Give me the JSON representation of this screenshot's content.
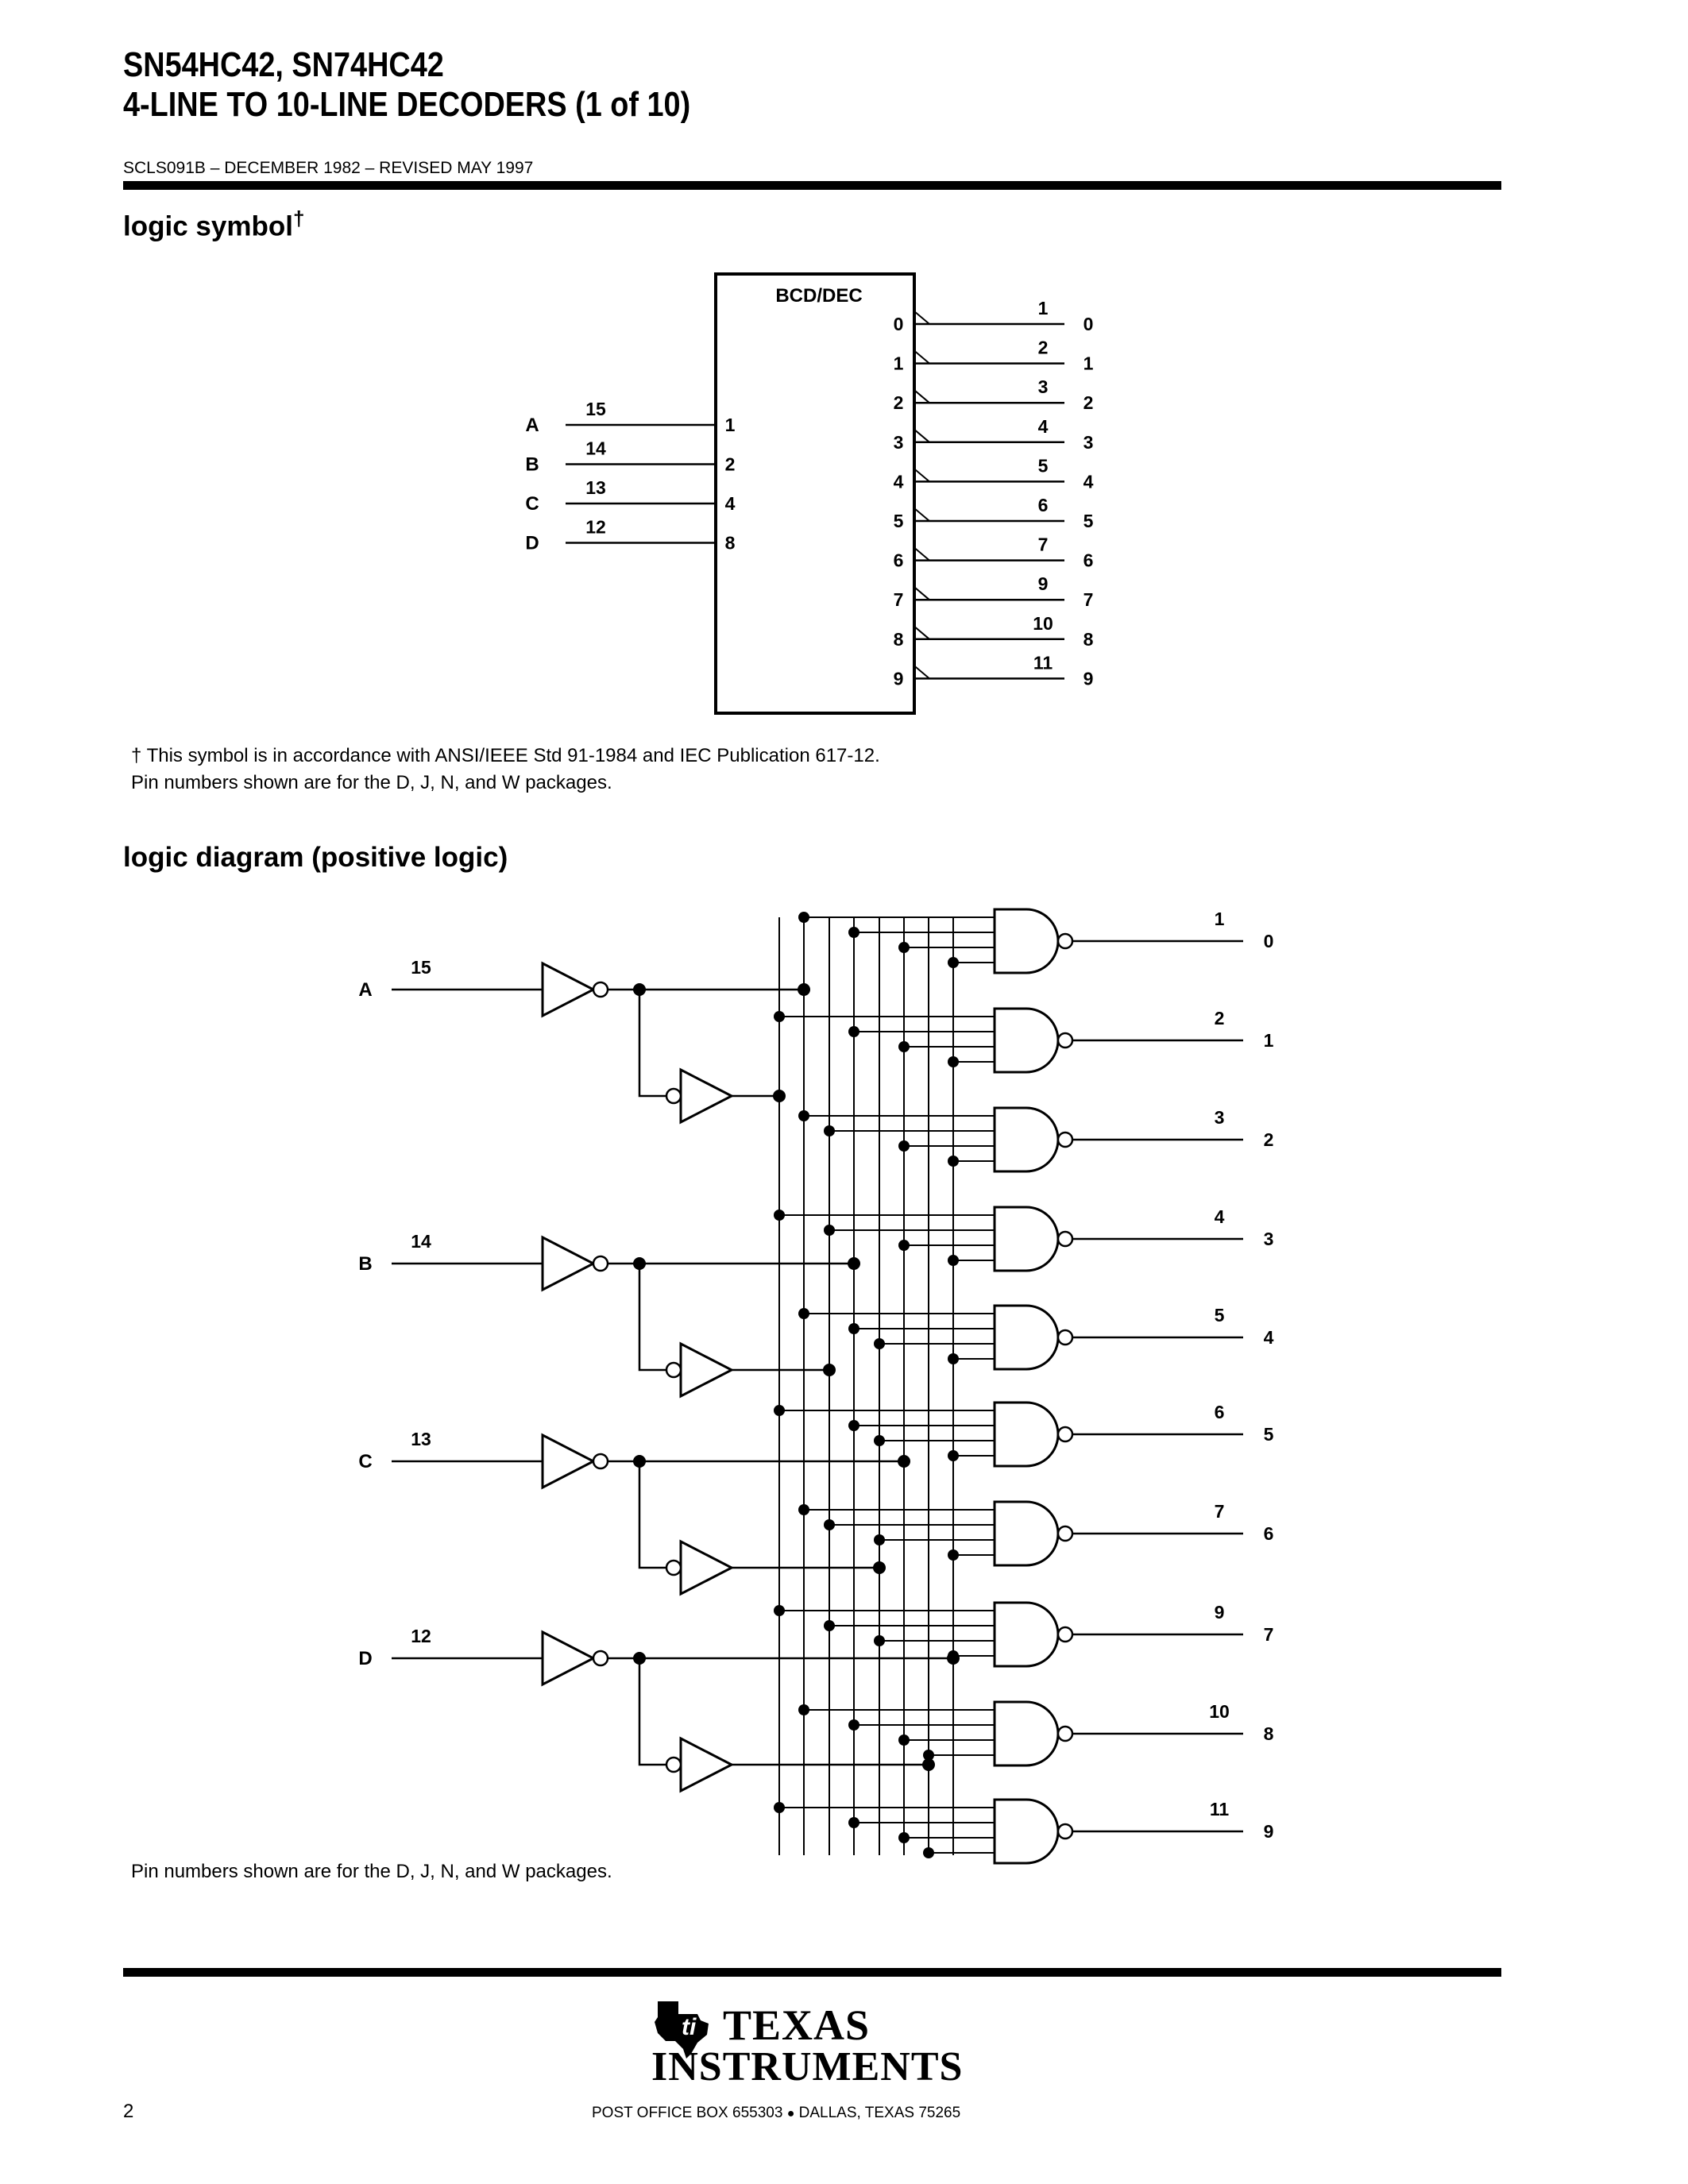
{
  "header": {
    "title_line1": "SN54HC42, SN74HC42",
    "title_line2": "4-LINE TO 10-LINE DECODERS (1 of 10)",
    "doc_number": "SCLS091B – DECEMBER 1982 – REVISED MAY 1997"
  },
  "logic_symbol": {
    "heading": "logic symbol",
    "dagger": "†",
    "block_label": "BCD/DEC",
    "inputs": [
      {
        "name": "A",
        "pin": "15",
        "weight": "1"
      },
      {
        "name": "B",
        "pin": "14",
        "weight": "2"
      },
      {
        "name": "C",
        "pin": "13",
        "weight": "4"
      },
      {
        "name": "D",
        "pin": "12",
        "weight": "8"
      }
    ],
    "outputs": [
      {
        "index": "0",
        "pin": "1",
        "name": "0"
      },
      {
        "index": "1",
        "pin": "2",
        "name": "1"
      },
      {
        "index": "2",
        "pin": "3",
        "name": "2"
      },
      {
        "index": "3",
        "pin": "4",
        "name": "3"
      },
      {
        "index": "4",
        "pin": "5",
        "name": "4"
      },
      {
        "index": "5",
        "pin": "6",
        "name": "5"
      },
      {
        "index": "6",
        "pin": "7",
        "name": "6"
      },
      {
        "index": "7",
        "pin": "9",
        "name": "7"
      },
      {
        "index": "8",
        "pin": "10",
        "name": "8"
      },
      {
        "index": "9",
        "pin": "11",
        "name": "9"
      }
    ],
    "footnote_line1": "† This symbol is in accordance with ANSI/IEEE Std 91-1984 and IEC Publication 617-12.",
    "footnote_line2": "Pin numbers shown are for the D, J, N, and W packages."
  },
  "logic_diagram": {
    "heading": "logic diagram (positive logic)",
    "inputs": [
      {
        "name": "A",
        "pin": "15"
      },
      {
        "name": "B",
        "pin": "14"
      },
      {
        "name": "C",
        "pin": "13"
      },
      {
        "name": "D",
        "pin": "12"
      }
    ],
    "outputs": [
      {
        "pin": "1",
        "name": "0"
      },
      {
        "pin": "2",
        "name": "1"
      },
      {
        "pin": "3",
        "name": "2"
      },
      {
        "pin": "4",
        "name": "3"
      },
      {
        "pin": "5",
        "name": "4"
      },
      {
        "pin": "6",
        "name": "5"
      },
      {
        "pin": "7",
        "name": "6"
      },
      {
        "pin": "9",
        "name": "7"
      },
      {
        "pin": "10",
        "name": "8"
      },
      {
        "pin": "11",
        "name": "9"
      }
    ],
    "note": "Pin numbers shown are for the D, J, N, and W packages."
  },
  "footer": {
    "page_number": "2",
    "logo_line1": "TEXAS",
    "logo_line2": "INSTRUMENTS",
    "address_left": "POST OFFICE BOX 655303",
    "address_right": "DALLAS, TEXAS 75265"
  }
}
